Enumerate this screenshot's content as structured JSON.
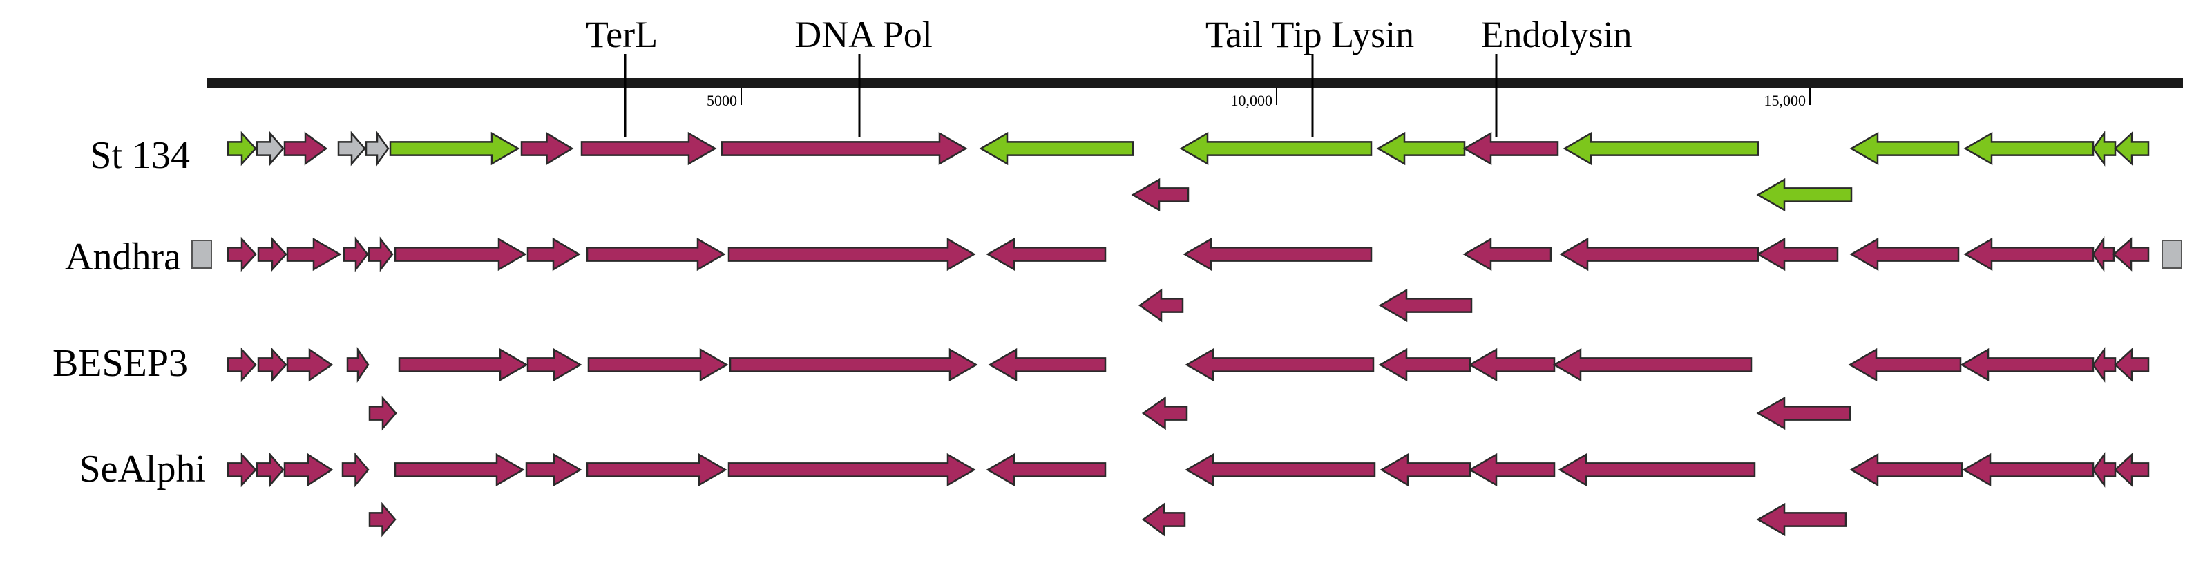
{
  "colors": {
    "magenta": "#A8295F",
    "green": "#7DC61C",
    "gray": "#B9BBBE",
    "ruler": "#1a1a1a",
    "line": "#000000"
  },
  "scale_labels": [
    "5000",
    "10,000",
    "15,000"
  ],
  "annotations": [
    "TerL",
    "DNA Pol",
    "Tail Tip Lysin",
    "Endolysin"
  ],
  "rows": [
    {
      "name": "St 134"
    },
    {
      "name": "Andhra"
    },
    {
      "name": "BESEP3"
    },
    {
      "name": "SeAlphi"
    }
  ]
}
